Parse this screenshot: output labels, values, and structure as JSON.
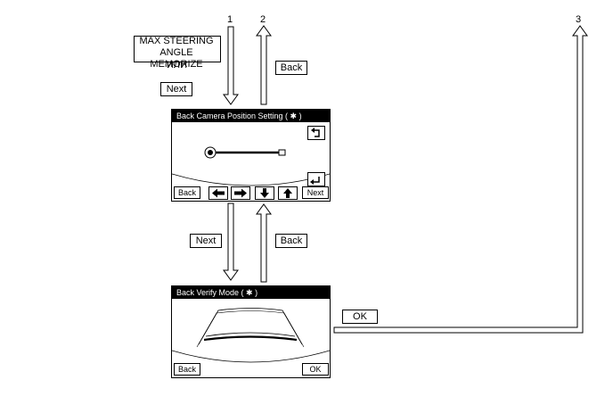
{
  "labels": {
    "step1": "1",
    "step2": "2",
    "step3": "3",
    "max_steering_line1": "MAX STEERING",
    "max_steering_line2": "ANGLE MEMORIZE",
    "or_text": "ИЛИ",
    "next_top": "Next",
    "back_top": "Back",
    "next_middle": "Next",
    "back_middle": "Back",
    "ok_right": "OK"
  },
  "camera_screen": {
    "title": "Back Camera Position Setting ( ✱ )",
    "back_button": "Back",
    "next_button": "Next",
    "icons": [
      "undo-icon",
      "redo-icon",
      "arrow-left-icon",
      "arrow-right-icon",
      "arrow-down-icon",
      "arrow-up-icon",
      "target-icon"
    ]
  },
  "verify_screen": {
    "title": "Back Verify Mode ( ✱ )",
    "back_button": "Back",
    "ok_button": "OK"
  },
  "colors": {
    "line": "#000000",
    "background": "#ffffff",
    "titlebar": "#000000"
  }
}
